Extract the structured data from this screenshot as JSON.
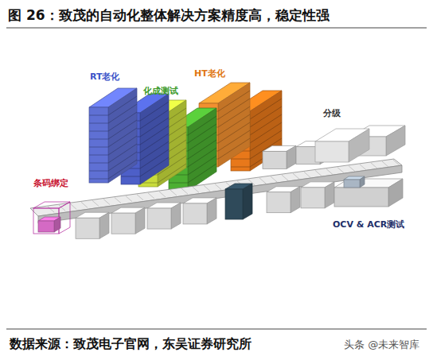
{
  "diagram": {
    "title": "图 26：致茂的自动化整体解决方案精度高，稳定性强",
    "caption": "数据来源：致茂电子官网，东吴证券研究所",
    "labels": [
      "RT老化",
      "化成测试",
      "HT老化",
      "分级",
      "条码绑定",
      "OCV & ACR测试",
      "头条 @未来智库"
    ]
  }
}
